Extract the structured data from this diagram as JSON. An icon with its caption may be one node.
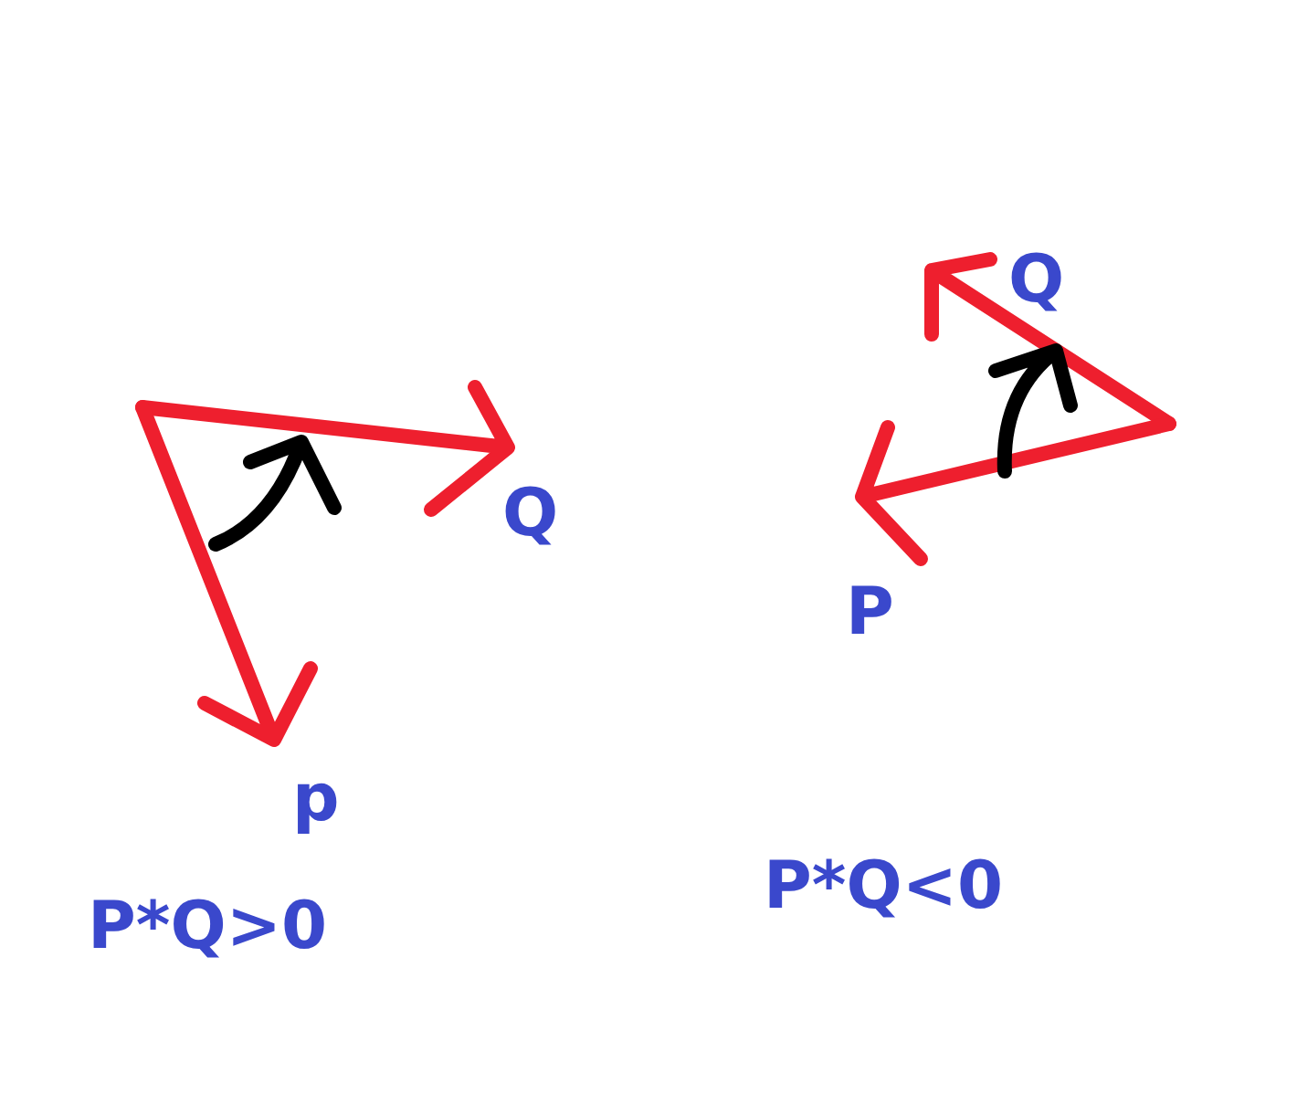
{
  "diagram": {
    "labels": [
      "Q",
      "p",
      "P*Q>0",
      "Q",
      "P",
      "P*Q<0"
    ]
  }
}
